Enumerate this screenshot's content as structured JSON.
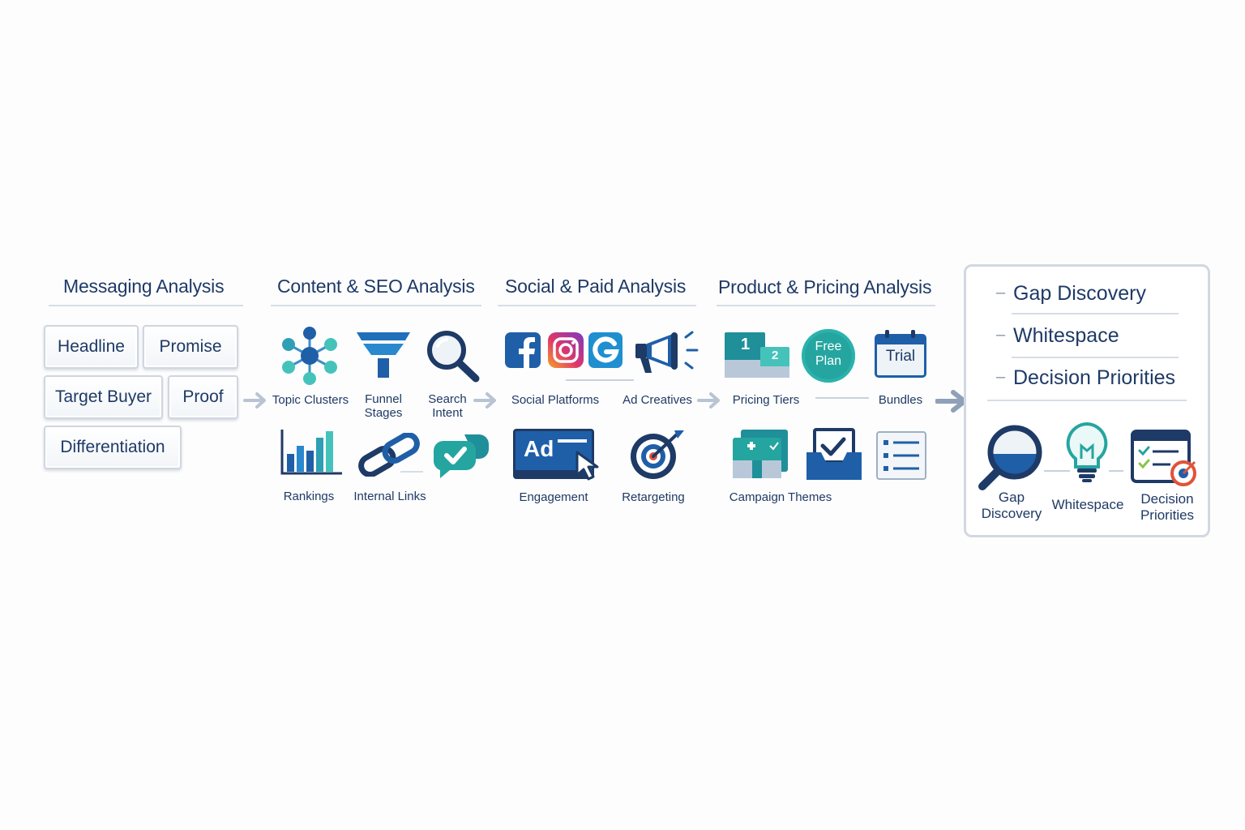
{
  "sections": {
    "messaging": {
      "title": "Messaging Analysis",
      "tags": [
        "Headline",
        "Promise",
        "Target Buyer",
        "Proof",
        "Differentiation"
      ]
    },
    "content_seo": {
      "title": "Content & SEO Analysis",
      "labels": {
        "topic_clusters": "Topic Clusters",
        "funnel_stages": "Funnel\nStages",
        "search_intent": "Search\nIntent",
        "rankings": "Rankings",
        "internal_links": "Internal Links"
      }
    },
    "social_paid": {
      "title": "Social & Paid Analysis",
      "labels": {
        "social_platforms": "Social Platforms",
        "ad_creatives": "Ad Creatives",
        "engagement": "Engagement",
        "retargeting": "Retargeting"
      },
      "ad_icon_text": "Ad"
    },
    "product_pricing": {
      "title": "Product & Pricing Analysis",
      "labels": {
        "pricing_tiers": "Pricing Tiers",
        "bundles": "Bundles",
        "campaign_themes": "Campaign Themes"
      },
      "tier_numbers": [
        "1",
        "2"
      ],
      "free_plan_badge": "Free\nPlan",
      "trial_badge": "Trial"
    }
  },
  "outcomes": {
    "list": [
      "Gap Discovery",
      "Whitespace",
      "Decision Priorities"
    ],
    "icon_labels": {
      "gap_discovery": "Gap\nDiscovery",
      "whitespace": "Whitespace",
      "decision_priorities": "Decision\nPriorities"
    }
  },
  "colors": {
    "navy": "#1e3a66",
    "teal": "#25a5a0",
    "blue": "#1f5fa8",
    "light_teal": "#45c3bb",
    "arrow_gray": "#b7c3d2",
    "accent_red": "#e0523a"
  }
}
